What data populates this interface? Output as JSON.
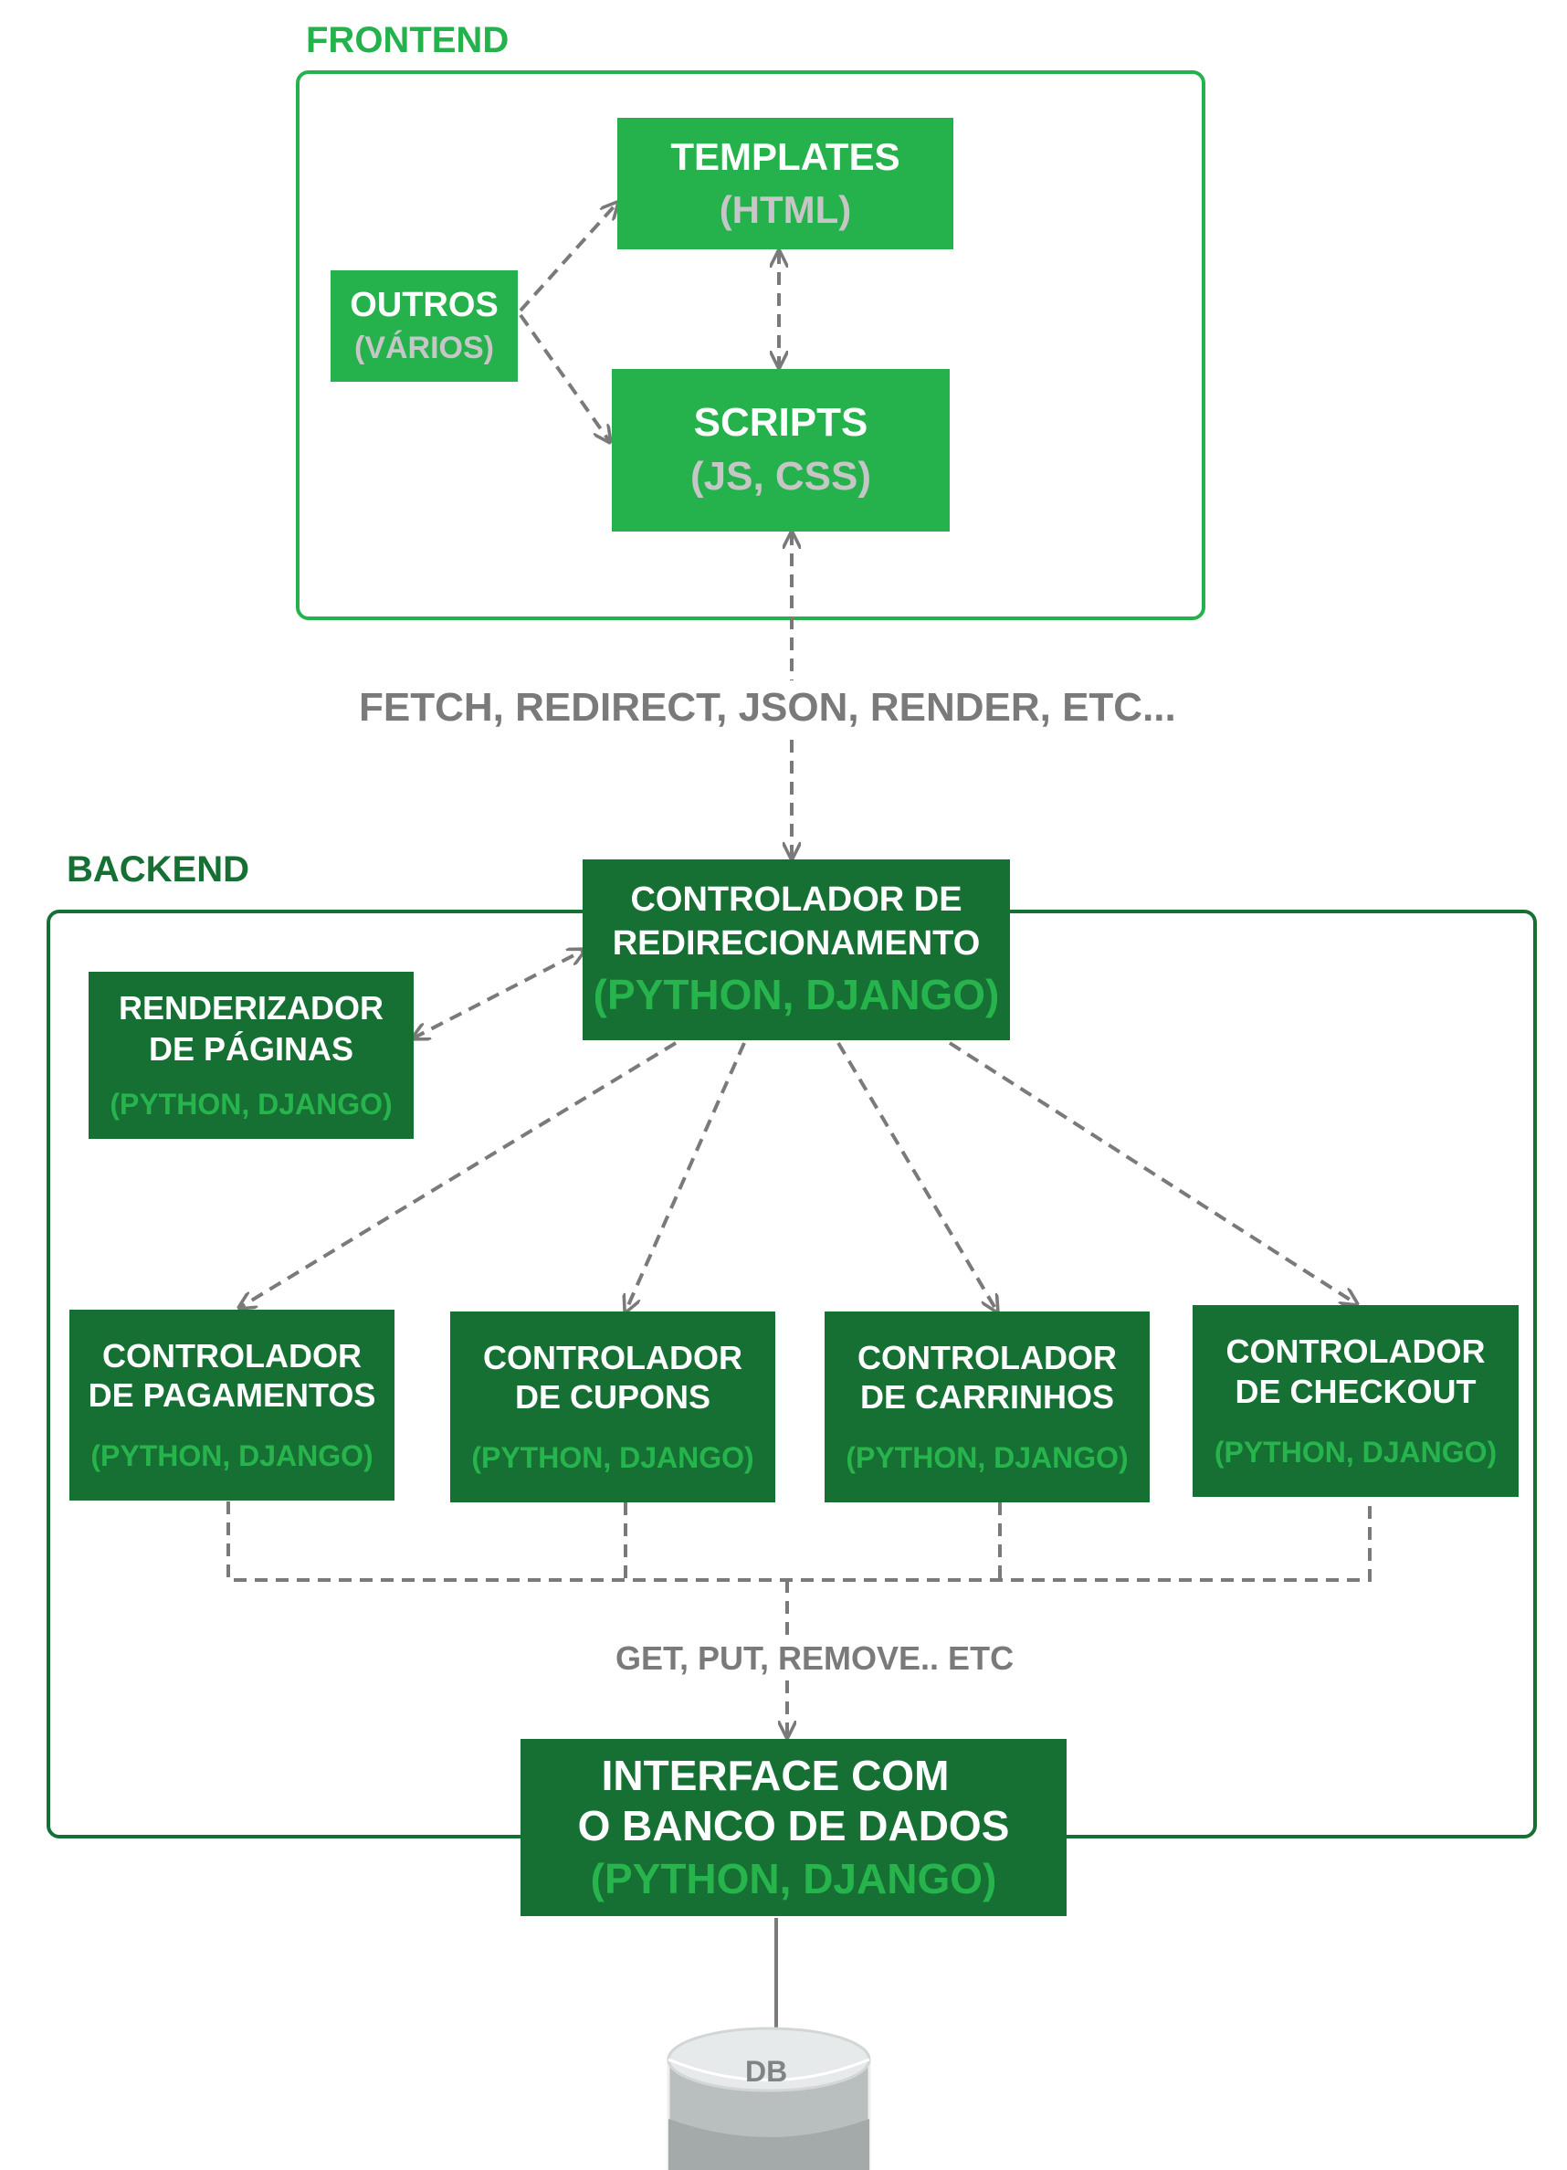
{
  "colors": {
    "frontend_accent": "#25b24c",
    "backend_accent": "#167034",
    "subtitle_on_dark": "#27b44d",
    "subtitle_on_light": "#c6c6c6",
    "connector": "#7a7a7a",
    "db": "#a9aeaf"
  },
  "frontend": {
    "title": "FRONTEND",
    "templates": {
      "title": "TEMPLATES",
      "subtitle": "(HTML)"
    },
    "outros": {
      "title": "OUTROS",
      "subtitle": "(VÁRIOS)"
    },
    "scripts": {
      "title": "SCRIPTS",
      "subtitle": "(JS, CSS)"
    }
  },
  "edge_label_frontend_backend": "FETCH, REDIRECT, JSON, RENDER, ETC...",
  "backend": {
    "title": "BACKEND",
    "redirect_controller": {
      "line1": "CONTROLADOR DE",
      "line2": "REDIRECIONAMENTO",
      "subtitle": "(PYTHON, DJANGO)"
    },
    "page_renderer": {
      "line1": "RENDERIZADOR",
      "line2": "DE PÁGINAS",
      "subtitle": "(PYTHON, DJANGO)"
    },
    "controllers": [
      {
        "line1": "CONTROLADOR",
        "line2": "DE PAGAMENTOS",
        "subtitle": "(PYTHON, DJANGO)"
      },
      {
        "line1": "CONTROLADOR",
        "line2": "DE CUPONS",
        "subtitle": "(PYTHON, DJANGO)"
      },
      {
        "line1": "CONTROLADOR",
        "line2": "DE CARRINHOS",
        "subtitle": "(PYTHON, DJANGO)"
      },
      {
        "line1": "CONTROLADOR",
        "line2": "DE CHECKOUT",
        "subtitle": "(PYTHON, DJANGO)"
      }
    ],
    "edge_label_db_ops": "GET, PUT, REMOVE.. ETC",
    "db_interface": {
      "line1": "INTERFACE COM",
      "line2": "O BANCO DE DADOS",
      "subtitle": "(PYTHON, DJANGO)"
    }
  },
  "database": {
    "label": "DB"
  }
}
